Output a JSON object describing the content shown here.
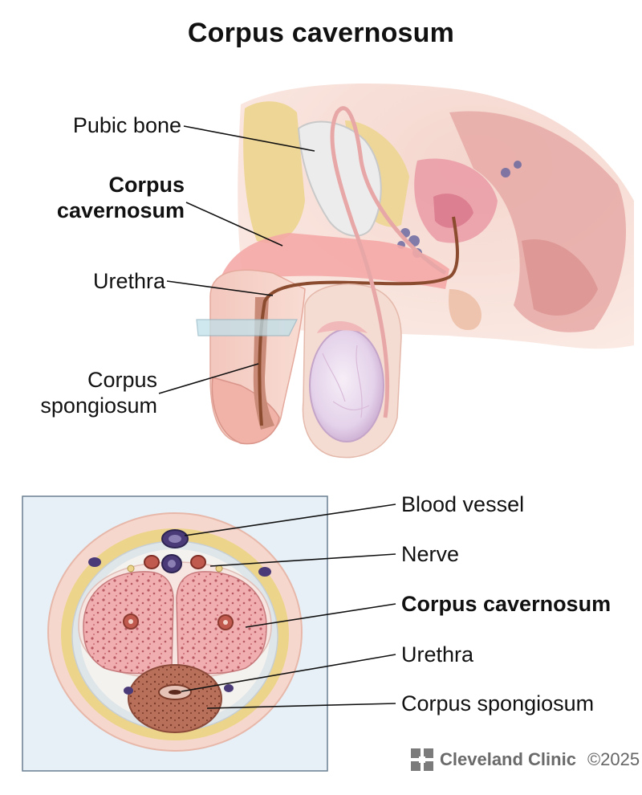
{
  "title": "Corpus cavernosum",
  "side_view_labels": {
    "pubic_bone": "Pubic bone",
    "corpus_cavernosum_line1": "Corpus",
    "corpus_cavernosum_line2": "cavernosum",
    "urethra": "Urethra",
    "corpus_spongiosum_line1": "Corpus",
    "corpus_spongiosum_line2": "spongiosum"
  },
  "cross_section_labels": {
    "blood_vessel": "Blood vessel",
    "nerve": "Nerve",
    "corpus_cavernosum": "Corpus cavernosum",
    "urethra": "Urethra",
    "corpus_spongiosum": "Corpus spongiosum"
  },
  "credit": {
    "brand": "Cleveland Clinic",
    "copyright": "©2025"
  },
  "colors": {
    "tissue_pink": "#f2b3b0",
    "skin_pink": "#f7cfc6",
    "yellow_fat": "#ecd48a",
    "spongiosum_brown": "#b8705a",
    "vessel_purple": "#4a3a78",
    "testis_lavender": "#e8d9ec",
    "panel_bg": "#e6f0f6",
    "panel_border": "#6a7f90"
  }
}
